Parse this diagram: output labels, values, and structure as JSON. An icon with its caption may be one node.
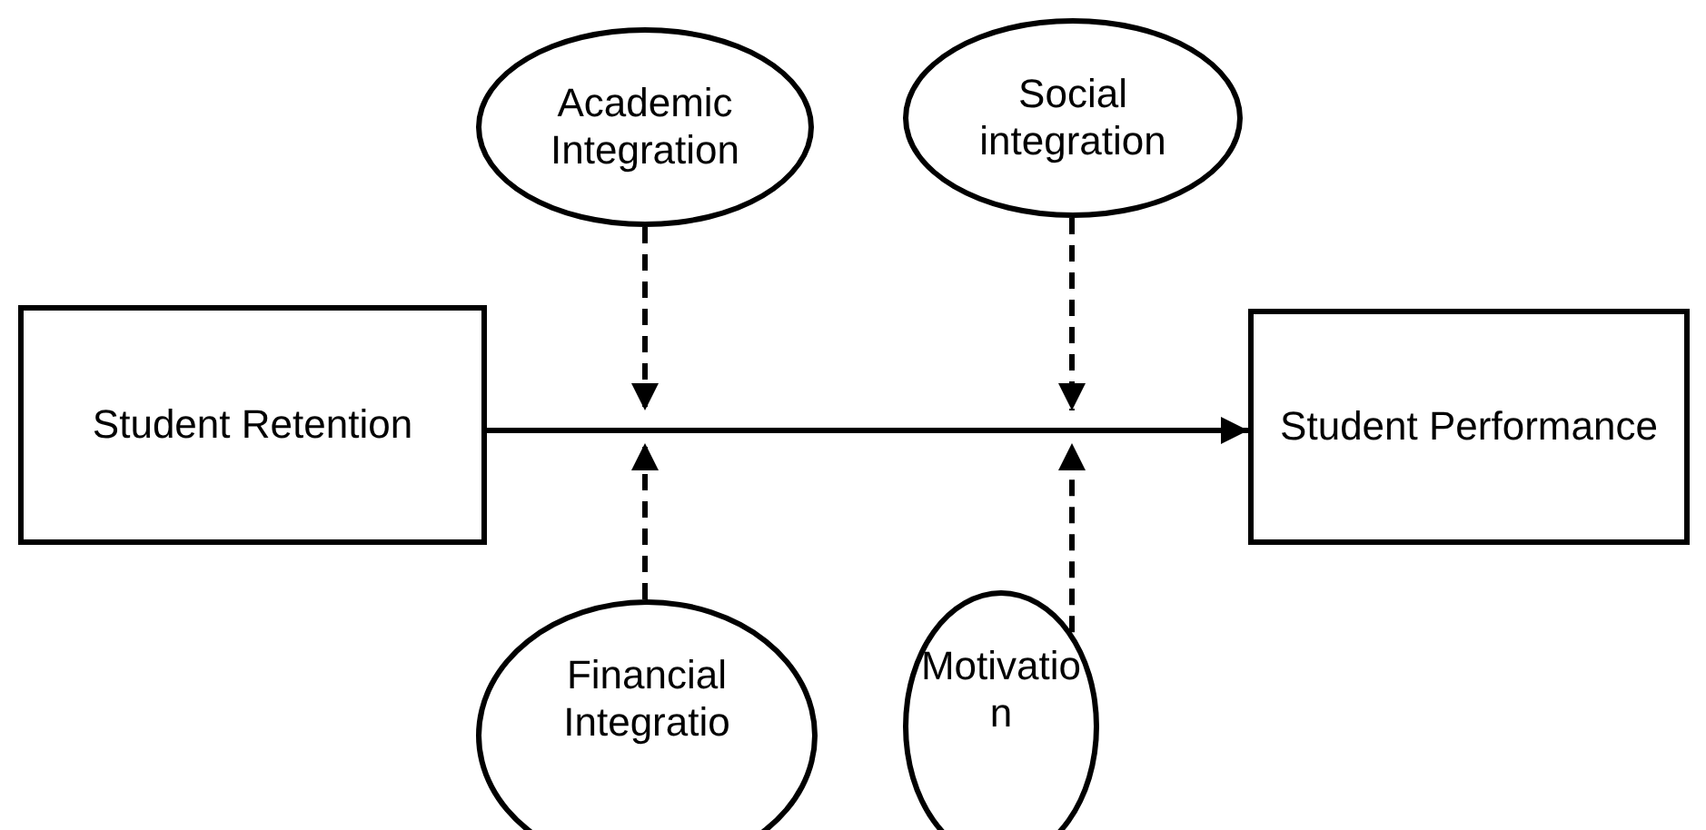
{
  "diagram": {
    "nodes": [
      {
        "text": [
          "Academic Integration"
        ]
      },
      {
        "text": [
          "Social integration"
        ]
      },
      {
        "text": [
          "Student Retention"
        ]
      },
      {
        "text": [
          "Student Performance"
        ]
      },
      {
        "text": [
          "Financial Integratio"
        ]
      },
      {
        "text": [
          "Motivatio n"
        ]
      }
    ],
    "edges": [
      {
        "from": 2,
        "to": 3,
        "arrow": "to"
      },
      {
        "from": 0,
        "to": null,
        "arrow": "to",
        "style": "dashed"
      },
      {
        "from": 1,
        "to": null,
        "arrow": "to",
        "style": "dashed"
      },
      {
        "from": 4,
        "to": null,
        "arrow": "to",
        "style": "dashed"
      },
      {
        "from": 5,
        "to": null,
        "arrow": "to",
        "style": "dashed"
      }
    ]
  }
}
